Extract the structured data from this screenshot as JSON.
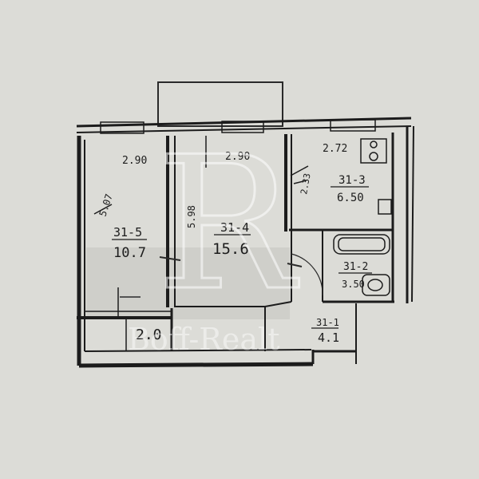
{
  "rooms": [
    {
      "id": "room-left",
      "number": "31-5",
      "area": "10.7",
      "width": "2.90"
    },
    {
      "id": "room-main",
      "number": "31-4",
      "area": "15.6",
      "width": "2.90"
    },
    {
      "id": "kitchen",
      "number": "31-3",
      "area": "6.50",
      "width": "2.72"
    },
    {
      "id": "bathroom",
      "number": "31-2",
      "area": "3.50"
    },
    {
      "id": "hall",
      "number": "31-1",
      "area": "4.1"
    },
    {
      "id": "closet",
      "area": "2.0"
    }
  ],
  "dimensions": {
    "left_height": "5.07",
    "main_height": "5.98",
    "kitchen_side": "2.33"
  },
  "watermark": {
    "letter": "R",
    "text": "Boff-Realt"
  },
  "colors": {
    "paper": "#dcdcd7",
    "wall": "#1c1c1c",
    "watermark": "#ffffff"
  }
}
